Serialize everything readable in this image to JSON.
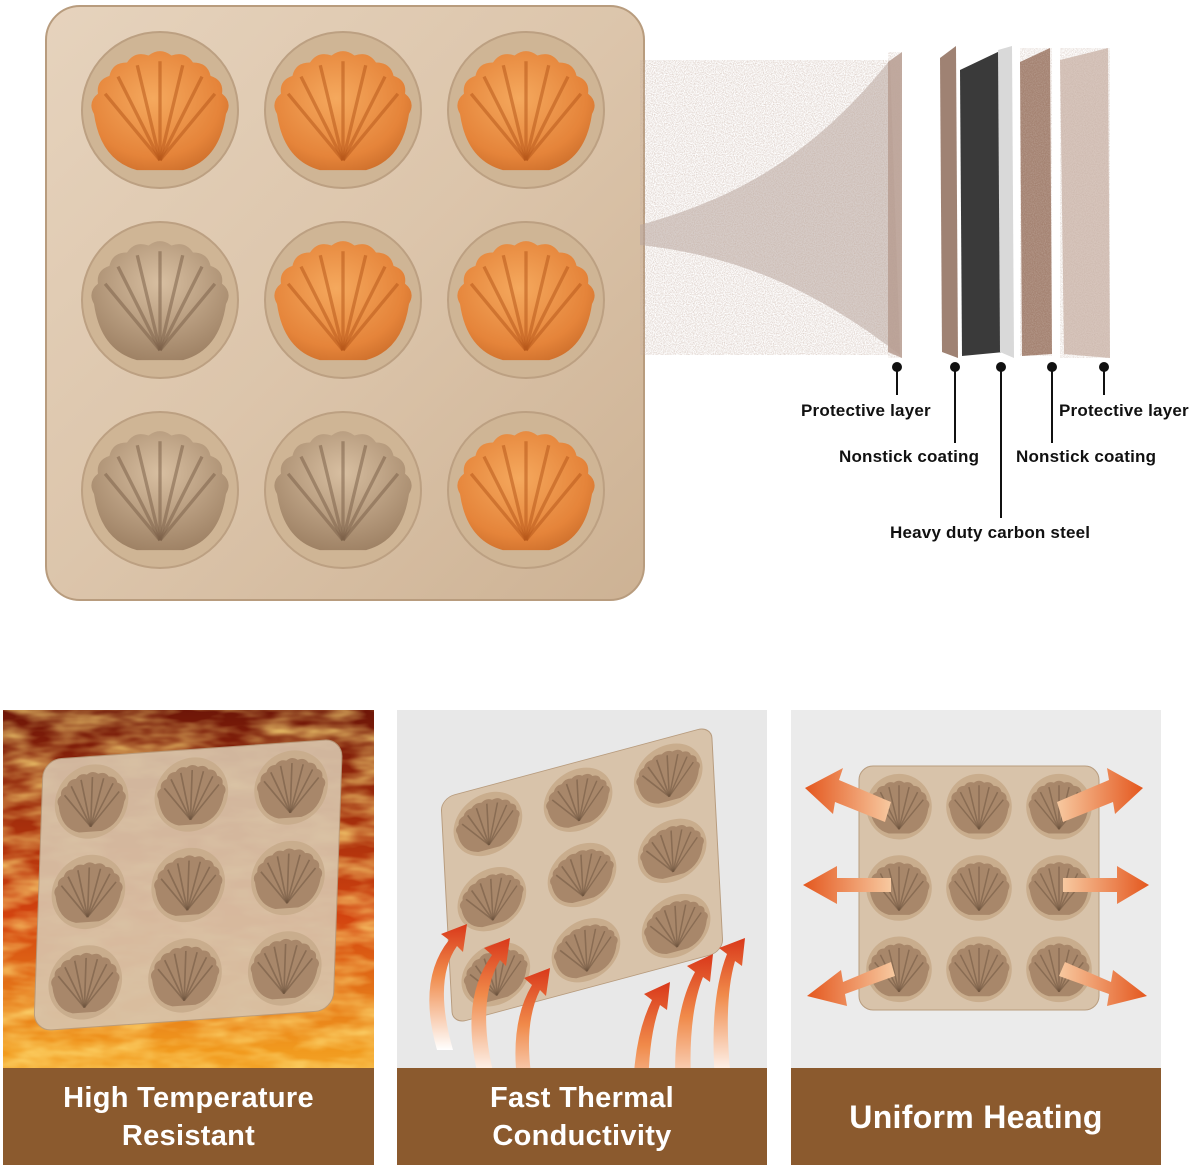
{
  "layer_diagram": {
    "labels": {
      "protective_left": "Protective layer",
      "nonstick_left": "Nonstick coating",
      "carbon_steel": "Heavy duty carbon steel",
      "nonstick_right": "Nonstick coating",
      "protective_right": "Protective layer"
    }
  },
  "features": [
    {
      "line1": "High Temperature",
      "line2": "Resistant"
    },
    {
      "line1": "Fast Thermal",
      "line2": "Conductivity"
    },
    {
      "line1": "Uniform Heating"
    }
  ],
  "colors": {
    "tray": "#d9c2a8",
    "cake": "#e98a3c",
    "caption_bar": "#8b5a2e",
    "arrow": "#e4571e"
  }
}
